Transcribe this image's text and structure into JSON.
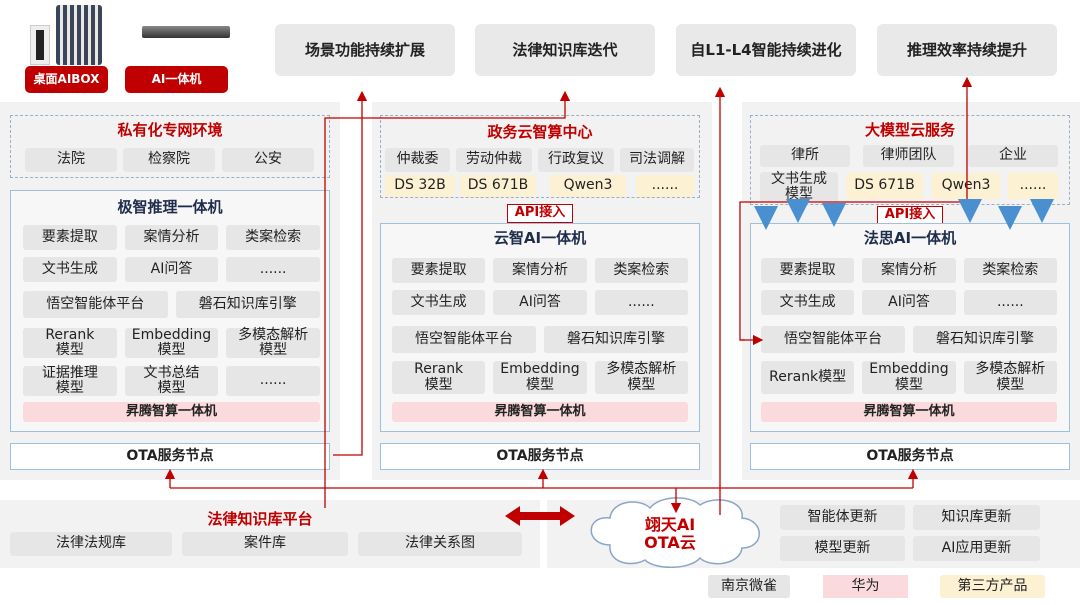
{
  "devices": {
    "aibox": "桌面AIBOX",
    "aio": "AI一体机"
  },
  "top": [
    "场景功能持续扩展",
    "法律知识库迭代",
    "自L1-L4智能持续进化",
    "推理效率持续提升"
  ],
  "col1": {
    "env_title": "私有化专网环境",
    "env": [
      "法院",
      "检察院",
      "公安"
    ],
    "box_title": "极智推理一体机",
    "rows": [
      [
        "要素提取",
        "案情分析",
        "类案检索"
      ],
      [
        "文书生成",
        "AI问答",
        "......"
      ]
    ],
    "platforms": [
      "悟空智能体平台",
      "磐石知识库引擎"
    ],
    "models": [
      [
        "Rerank\n模型",
        "Embedding\n模型",
        "多模态解析\n模型"
      ],
      [
        "证据推理\n模型",
        "文书总结\n模型",
        "......"
      ]
    ],
    "base": "昇腾智算一体机",
    "ota": "OTA服务节点"
  },
  "col2": {
    "env_title": "政务云智算中心",
    "env": [
      "仲裁委",
      "劳动仲裁",
      "行政复议",
      "司法调解"
    ],
    "llms": [
      "DS 32B",
      "DS 671B",
      "Qwen3",
      "......"
    ],
    "api": "API接入",
    "box_title": "云智AI一体机",
    "rows": [
      [
        "要素提取",
        "案情分析",
        "类案检索"
      ],
      [
        "文书生成",
        "AI问答",
        "......"
      ]
    ],
    "platforms": [
      "悟空智能体平台",
      "磐石知识库引擎"
    ],
    "models": [
      "Rerank\n模型",
      "Embedding\n模型",
      "多模态解析\n模型"
    ],
    "base": "昇腾智算一体机",
    "ota": "OTA服务节点"
  },
  "col3": {
    "env_title": "大模型云服务",
    "env": [
      "律所",
      "律师团队",
      "企业"
    ],
    "doc_model": "文书生成\n模型",
    "llms": [
      "DS 671B",
      "Qwen3",
      "......"
    ],
    "api": "API接入",
    "box_title": "法思AI一体机",
    "rows": [
      [
        "要素提取",
        "案情分析",
        "类案检索"
      ],
      [
        "文书生成",
        "AI问答",
        "......"
      ]
    ],
    "platforms": [
      "悟空智能体平台",
      "磐石知识库引擎"
    ],
    "models": [
      "Rerank模型",
      "Embedding\n模型",
      "多模态解析\n模型"
    ],
    "base": "昇腾智算一体机",
    "ota": "OTA服务节点"
  },
  "kb": {
    "title": "法律知识库平台",
    "items": [
      "法律法规库",
      "案件库",
      "法律关系图"
    ]
  },
  "cloud": {
    "line1": "翊天AI",
    "line2": "OTA云",
    "updates": [
      "智能体更新",
      "知识库更新",
      "模型更新",
      "AI应用更新"
    ]
  },
  "legend": [
    "南京微雀",
    "华为",
    "第三方产品"
  ],
  "colors": {
    "red": "#c00000",
    "gray": "#e6e6e6",
    "pink": "#fadadd",
    "yellow": "#fdf1d4"
  }
}
